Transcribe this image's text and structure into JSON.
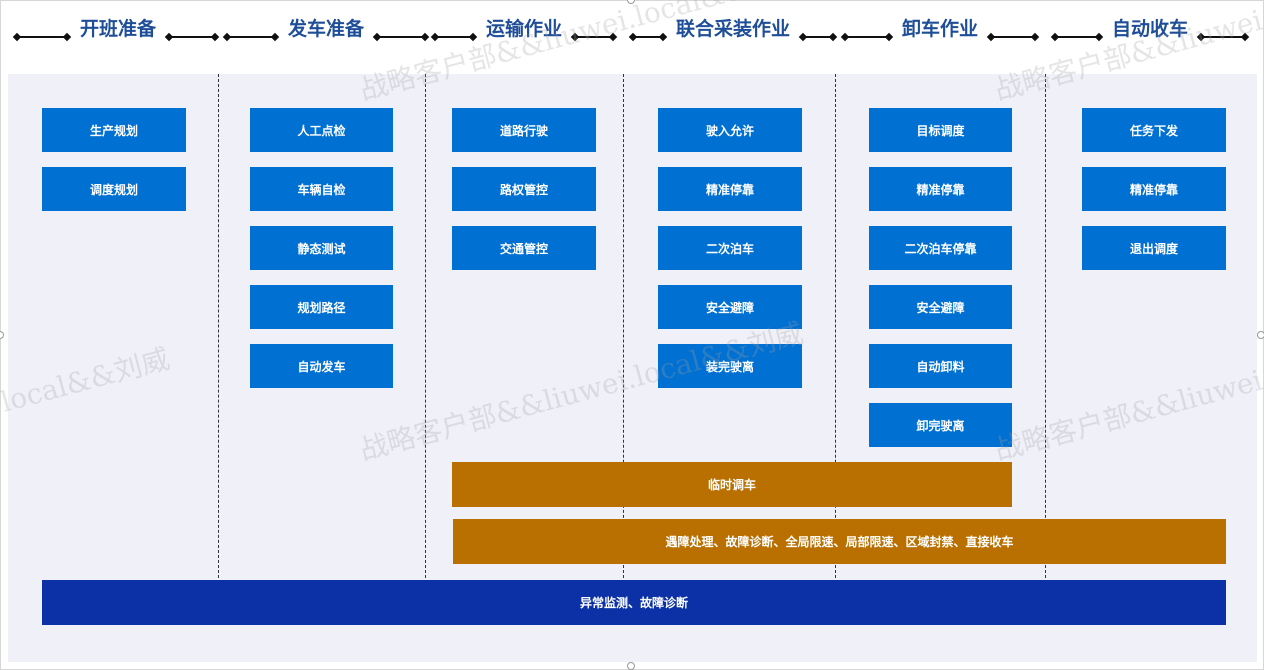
{
  "stages": [
    {
      "title": "开班准备",
      "steps": [
        "生产规划",
        "调度规划"
      ]
    },
    {
      "title": "发车准备",
      "steps": [
        "人工点检",
        "车辆自检",
        "静态测试",
        "规划路径",
        "自动发车"
      ]
    },
    {
      "title": "运输作业",
      "steps": [
        "道路行驶",
        "路权管控",
        "交通管控"
      ]
    },
    {
      "title": "联合采装作业",
      "steps": [
        "驶入允许",
        "精准停靠",
        "二次泊车",
        "安全避障",
        "装完驶离"
      ]
    },
    {
      "title": "卸车作业",
      "steps": [
        "目标调度",
        "精准停靠",
        "二次泊车停靠",
        "安全避障",
        "自动卸料",
        "卸完驶离"
      ]
    },
    {
      "title": "自动收车",
      "steps": [
        "任务下发",
        "精准停靠",
        "退出调度"
      ]
    }
  ],
  "bars": {
    "temporary_dispatch": "临时调车",
    "fault_handling": "遇障处理、故障诊断、全局限速、局部限速、区域封禁、直接收车",
    "monitoring": "异常监测、故障诊断"
  },
  "watermarks": {
    "text1": "战略客户部&&liuwei.local&&刘威",
    "text2": "local&&刘威"
  },
  "colors": {
    "step": "#0070d2",
    "orange_bar": "#b97000",
    "navy_bar": "#0c31a6",
    "header_title": "#1f4e99",
    "panel": "#f0f1f8"
  }
}
